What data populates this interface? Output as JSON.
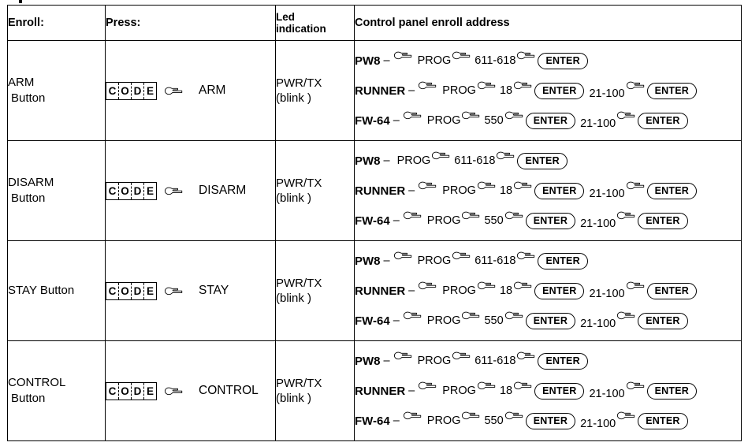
{
  "table": {
    "headers": {
      "enroll": "Enroll:",
      "press": "Press:",
      "led_line1": "Led",
      "led_line2": "indication",
      "address": "Control panel enroll address"
    },
    "code_box_letters": [
      "C",
      "O",
      "D",
      "E"
    ],
    "enter_label": "ENTER",
    "rows": [
      {
        "enroll_line1": "ARM",
        "enroll_line2": "Button",
        "enroll_single": "",
        "press_label": "ARM",
        "led_line1": "PWR/TX",
        "led_line2": "(blink )",
        "address_lines": [
          {
            "model": "PW8",
            "dash": "–",
            "hand_after_dash": true,
            "prog": "PROG",
            "code": "611-618",
            "range": "",
            "trailing_enter": false
          },
          {
            "model": "RUNNER",
            "dash": "–",
            "hand_after_dash": true,
            "prog": "PROG",
            "code": "18",
            "range": "21-100",
            "trailing_enter": true
          },
          {
            "model": "FW-64",
            "dash": "–",
            "hand_after_dash": true,
            "prog": "PROG",
            "code": "550",
            "range": "21-100",
            "trailing_enter": true
          }
        ]
      },
      {
        "enroll_line1": "DISARM",
        "enroll_line2": "Button",
        "enroll_single": "",
        "press_label": "DISARM",
        "led_line1": "PWR/TX",
        "led_line2": "(blink )",
        "address_lines": [
          {
            "model": "PW8",
            "dash": "–",
            "hand_after_dash": false,
            "prog": "PROG",
            "code": "611-618",
            "range": "",
            "trailing_enter": false
          },
          {
            "model": "RUNNER",
            "dash": "–",
            "hand_after_dash": true,
            "prog": "PROG",
            "code": "18",
            "range": "21-100",
            "trailing_enter": true
          },
          {
            "model": "FW-64",
            "dash": "–",
            "hand_after_dash": true,
            "prog": "PROG",
            "code": "550",
            "range": "21-100",
            "trailing_enter": true
          }
        ]
      },
      {
        "enroll_line1": "",
        "enroll_line2": "",
        "enroll_single": "STAY  Button",
        "press_label": "STAY",
        "led_line1": "PWR/TX",
        "led_line2": "(blink )",
        "address_lines": [
          {
            "model": "PW8",
            "dash": "–",
            "hand_after_dash": true,
            "prog": "PROG",
            "code": "611-618",
            "range": "",
            "trailing_enter": false
          },
          {
            "model": "RUNNER",
            "dash": "–",
            "hand_after_dash": true,
            "prog": "PROG",
            "code": "18",
            "range": "21-100",
            "trailing_enter": true
          },
          {
            "model": "FW-64",
            "dash": "–",
            "hand_after_dash": true,
            "prog": "PROG",
            "code": "550",
            "range": "21-100",
            "trailing_enter": true
          }
        ]
      },
      {
        "enroll_line1": "CONTROL",
        "enroll_line2": "Button",
        "enroll_single": "",
        "press_label": "CONTROL",
        "led_line1": "PWR/TX",
        "led_line2": "(blink )",
        "address_lines": [
          {
            "model": "PW8",
            "dash": "–",
            "hand_after_dash": true,
            "prog": "PROG",
            "code": "611-618",
            "range": "",
            "trailing_enter": false
          },
          {
            "model": "RUNNER",
            "dash": "–",
            "hand_after_dash": true,
            "prog": "PROG",
            "code": "18",
            "range": "21-100",
            "trailing_enter": true
          },
          {
            "model": "FW-64",
            "dash": "–",
            "hand_after_dash": true,
            "prog": "PROG",
            "code": "550",
            "range": "21-100",
            "trailing_enter": true
          }
        ]
      }
    ]
  }
}
